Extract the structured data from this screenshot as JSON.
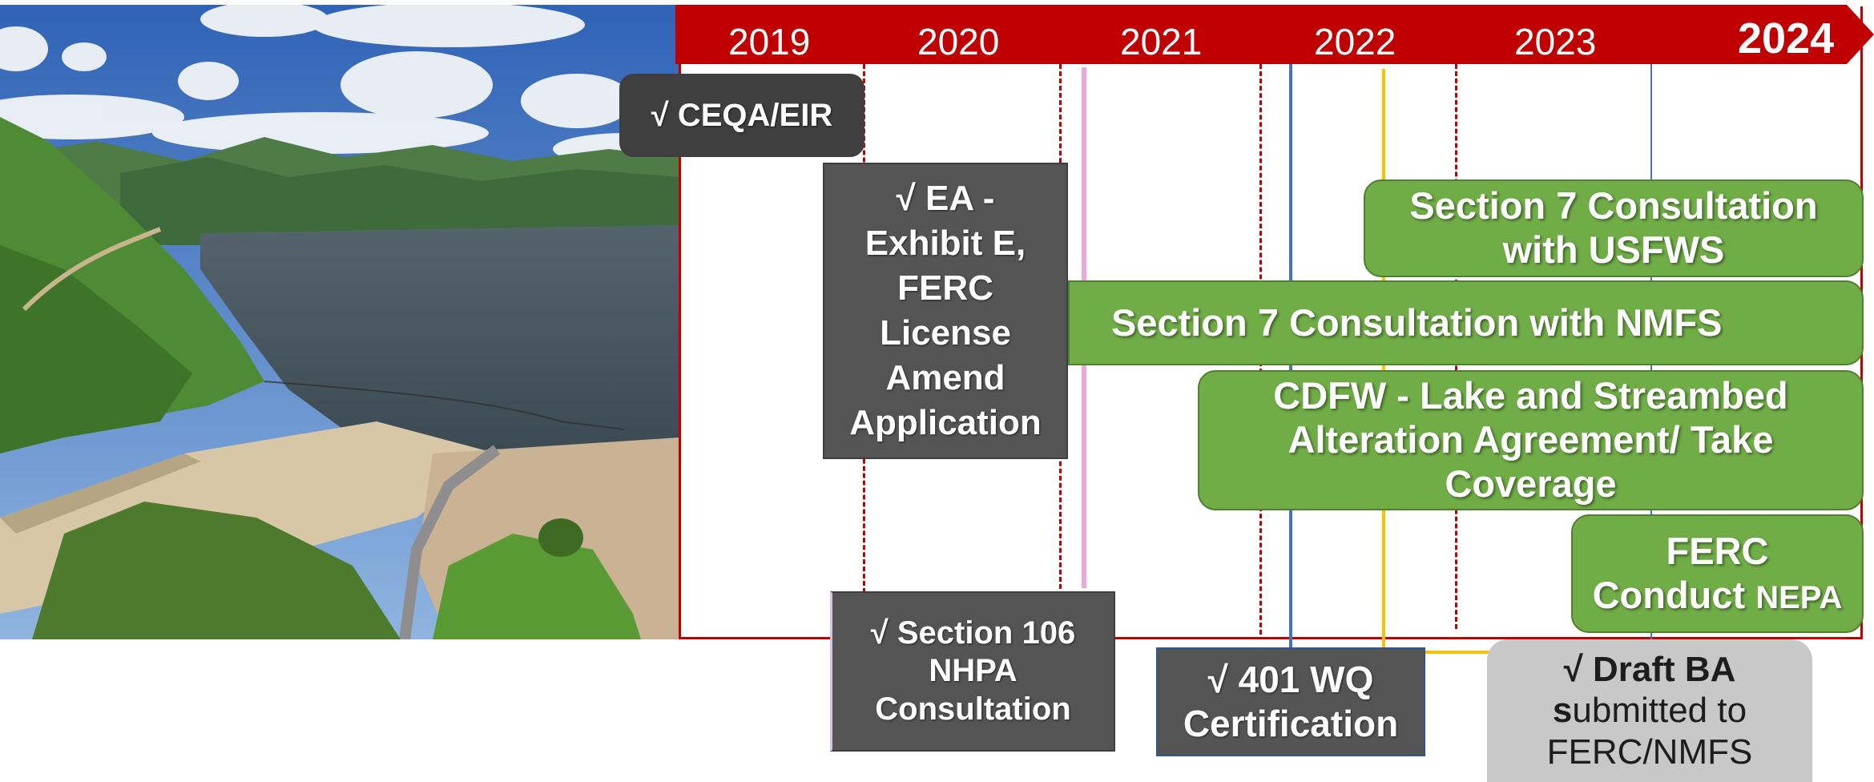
{
  "timeline": {
    "years": [
      "2019",
      "2020",
      "2021",
      "2022",
      "2023",
      "2024"
    ],
    "current_year": "2024",
    "colors": {
      "bar": "#c00000",
      "green": "#70ad47",
      "dark": "#545454",
      "grey": "#c8c8c8"
    }
  },
  "milestones": {
    "ceqa": "√ CEQA/EIR",
    "ea_application": "√ EA - Exhibit E, FERC License Amend Application",
    "section106": "√ Section 106 NHPA Consultation",
    "wq401": "√ 401 WQ Certification",
    "draft_ba": {
      "line1": "√ Draft BA",
      "line2_bold": "s",
      "line2_rest": "ubmitted to",
      "line3": "FERC/NMFS"
    }
  },
  "activities": {
    "usfws": "Section 7 Consultation with USFWS",
    "nmfs": "Section 7 Consultation with NMFS",
    "cdfw": "CDFW - Lake and Streambed Alteration Agreement/ Take Coverage",
    "ferc_nepa": {
      "line1": "FERC",
      "line2_main": "Conduct ",
      "line2_small": "NEPA"
    }
  }
}
